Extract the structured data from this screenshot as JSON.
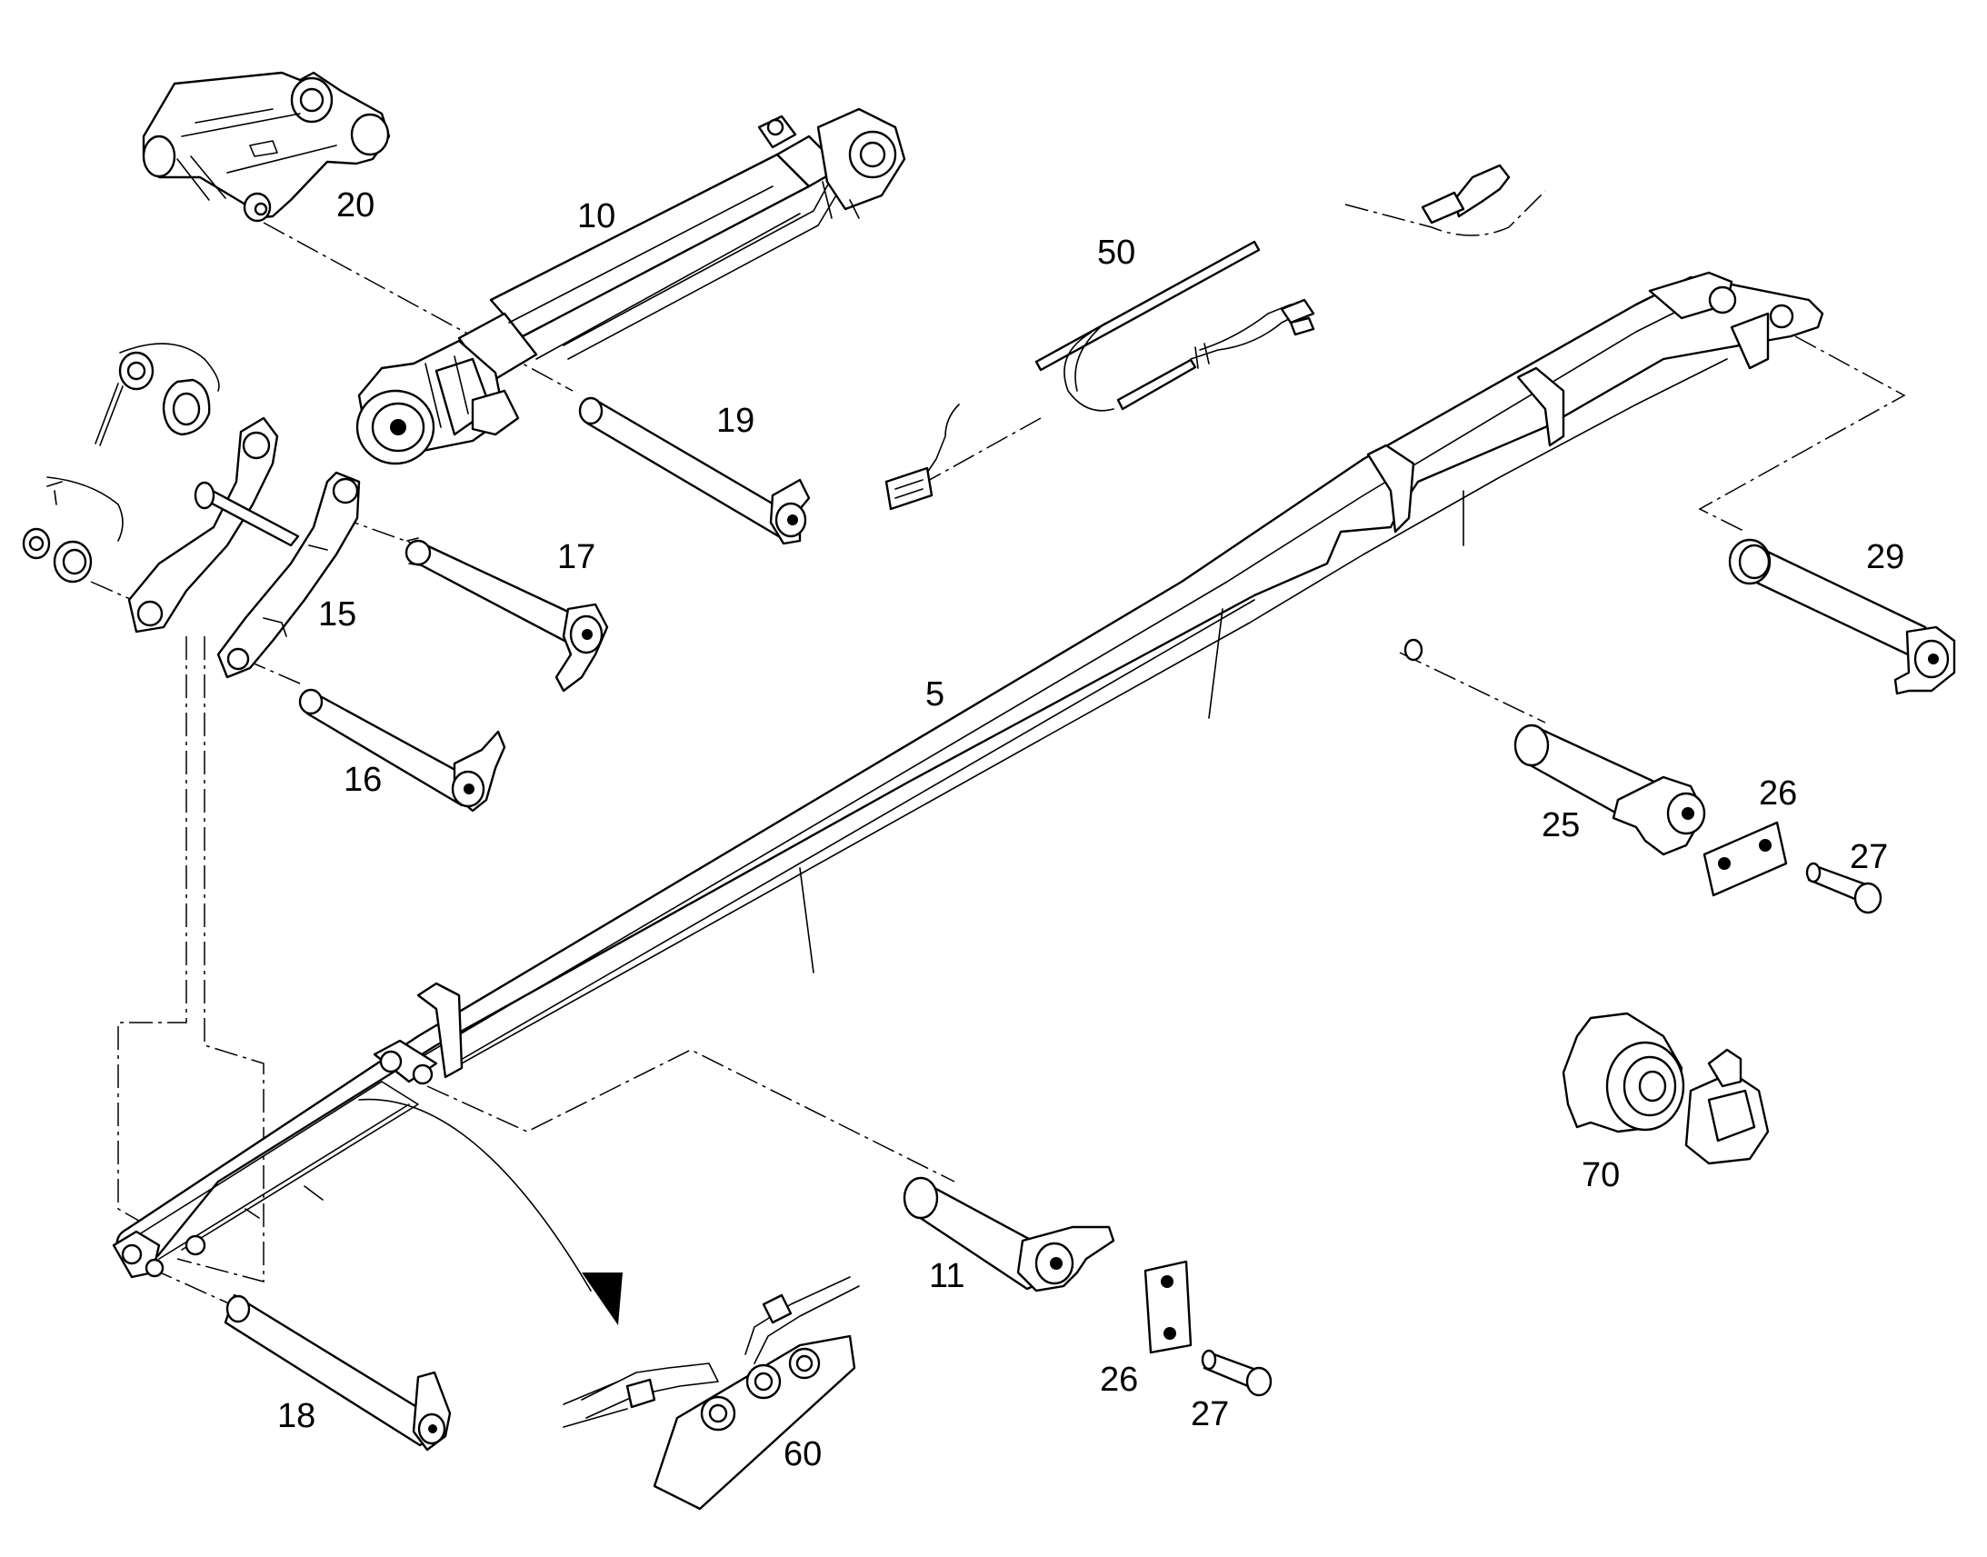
{
  "diagram": {
    "callouts": [
      {
        "id": "arm",
        "text": "5"
      },
      {
        "id": "cyl",
        "text": "10"
      },
      {
        "id": "pin-11",
        "text": "11"
      },
      {
        "id": "link",
        "text": "15"
      },
      {
        "id": "pin-16",
        "text": "16"
      },
      {
        "id": "pin-17",
        "text": "17"
      },
      {
        "id": "pin-18",
        "text": "18"
      },
      {
        "id": "pin-19",
        "text": "19"
      },
      {
        "id": "bucket-link",
        "text": "20"
      },
      {
        "id": "pin-25",
        "text": "25"
      },
      {
        "id": "plate-a",
        "text": "26"
      },
      {
        "id": "bolt-a",
        "text": "27"
      },
      {
        "id": "plate-b",
        "text": "26"
      },
      {
        "id": "bolt-b",
        "text": "27"
      },
      {
        "id": "pin-29",
        "text": "29"
      },
      {
        "id": "harness",
        "text": "50"
      },
      {
        "id": "hose-block",
        "text": "60"
      },
      {
        "id": "sensor",
        "text": "70"
      }
    ]
  }
}
